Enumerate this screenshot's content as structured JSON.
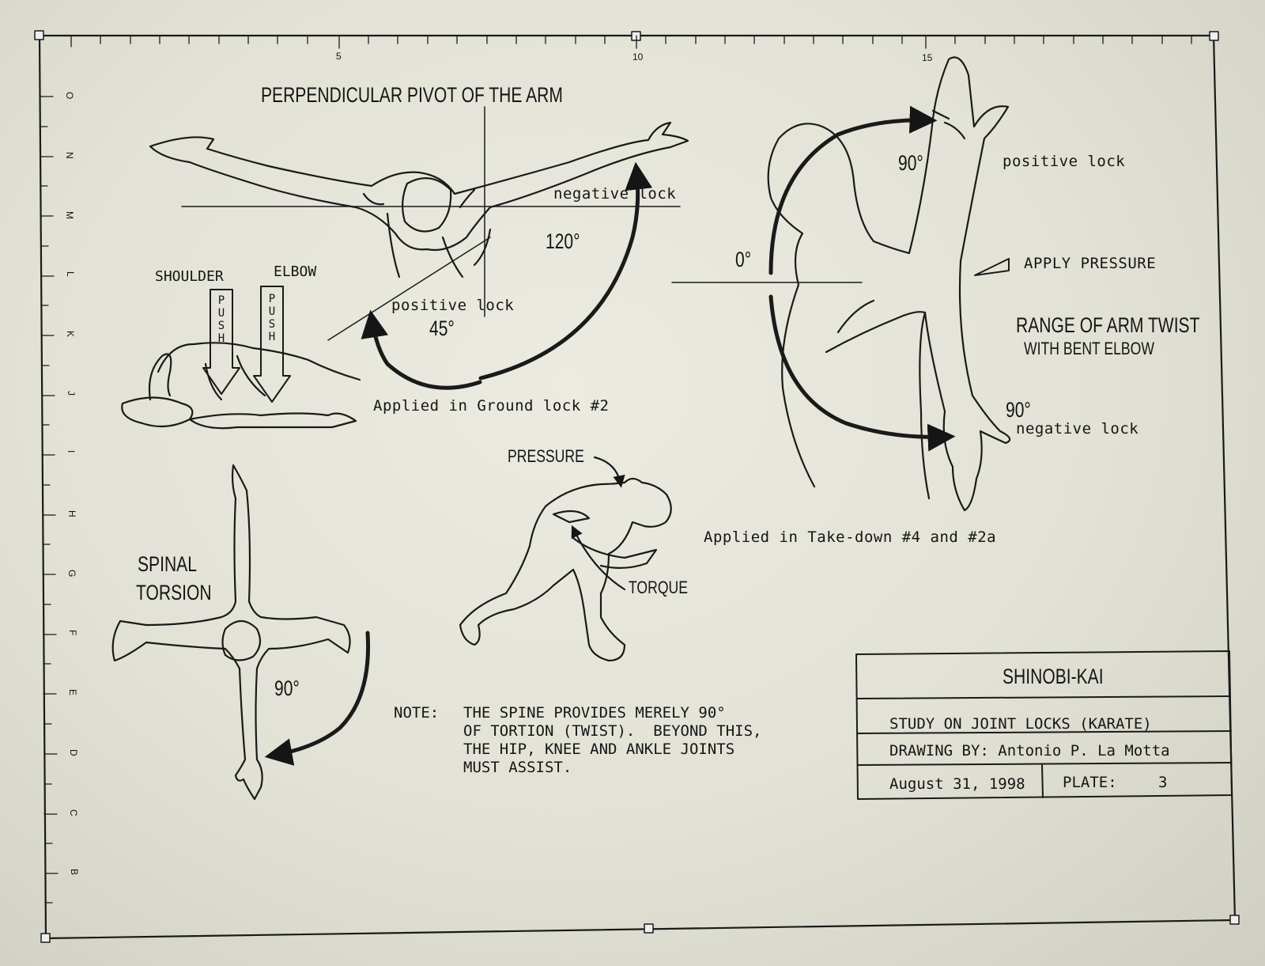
{
  "sheet": {
    "ruler_top": [
      "5",
      "10",
      "15"
    ],
    "ruler_left": [
      "O",
      "N",
      "M",
      "L",
      "K",
      "J",
      "I",
      "H",
      "G",
      "F",
      "E",
      "D",
      "C",
      "B"
    ]
  },
  "pivot": {
    "title": "PERPENDICULAR PIVOT OF THE ARM",
    "negative_lock": "negative lock",
    "positive_lock": "positive  lock",
    "angle_120": "120°",
    "angle_45": "45°",
    "shoulder": "SHOULDER",
    "elbow": "ELBOW",
    "push_label": "PUSH",
    "applied": "Applied in Ground lock #2"
  },
  "twist": {
    "angle_90_top": "90°",
    "positive_lock": "positive lock",
    "angle_0": "0°",
    "apply_pressure": "APPLY PRESSURE",
    "title_line1": "RANGE OF ARM TWIST",
    "title_line2": "WITH BENT ELBOW",
    "angle_90_bottom": "90°",
    "negative_lock": "negative lock",
    "applied": "Applied in Take-down #4 and #2a"
  },
  "spinal": {
    "title_line1": "SPINAL",
    "title_line2": "TORSION",
    "angle": "90°"
  },
  "takedown": {
    "pressure": "PRESSURE",
    "torque": "TORQUE"
  },
  "note": {
    "label": "NOTE:",
    "text": "THE SPINE PROVIDES MERELY 90°\nOF TORTION (TWIST).  BEYOND THIS,\nTHE HIP, KNEE AND ANKLE JOINTS\nMUST ASSIST."
  },
  "title_block": {
    "org": "SHINOBI-KAI",
    "study": "STUDY ON JOINT LOCKS (KARATE)",
    "drawing_by": "DRAWING BY: Antonio P. La Motta",
    "date": "August 31, 1998",
    "plate_label": "PLATE:",
    "plate_no": "3"
  }
}
